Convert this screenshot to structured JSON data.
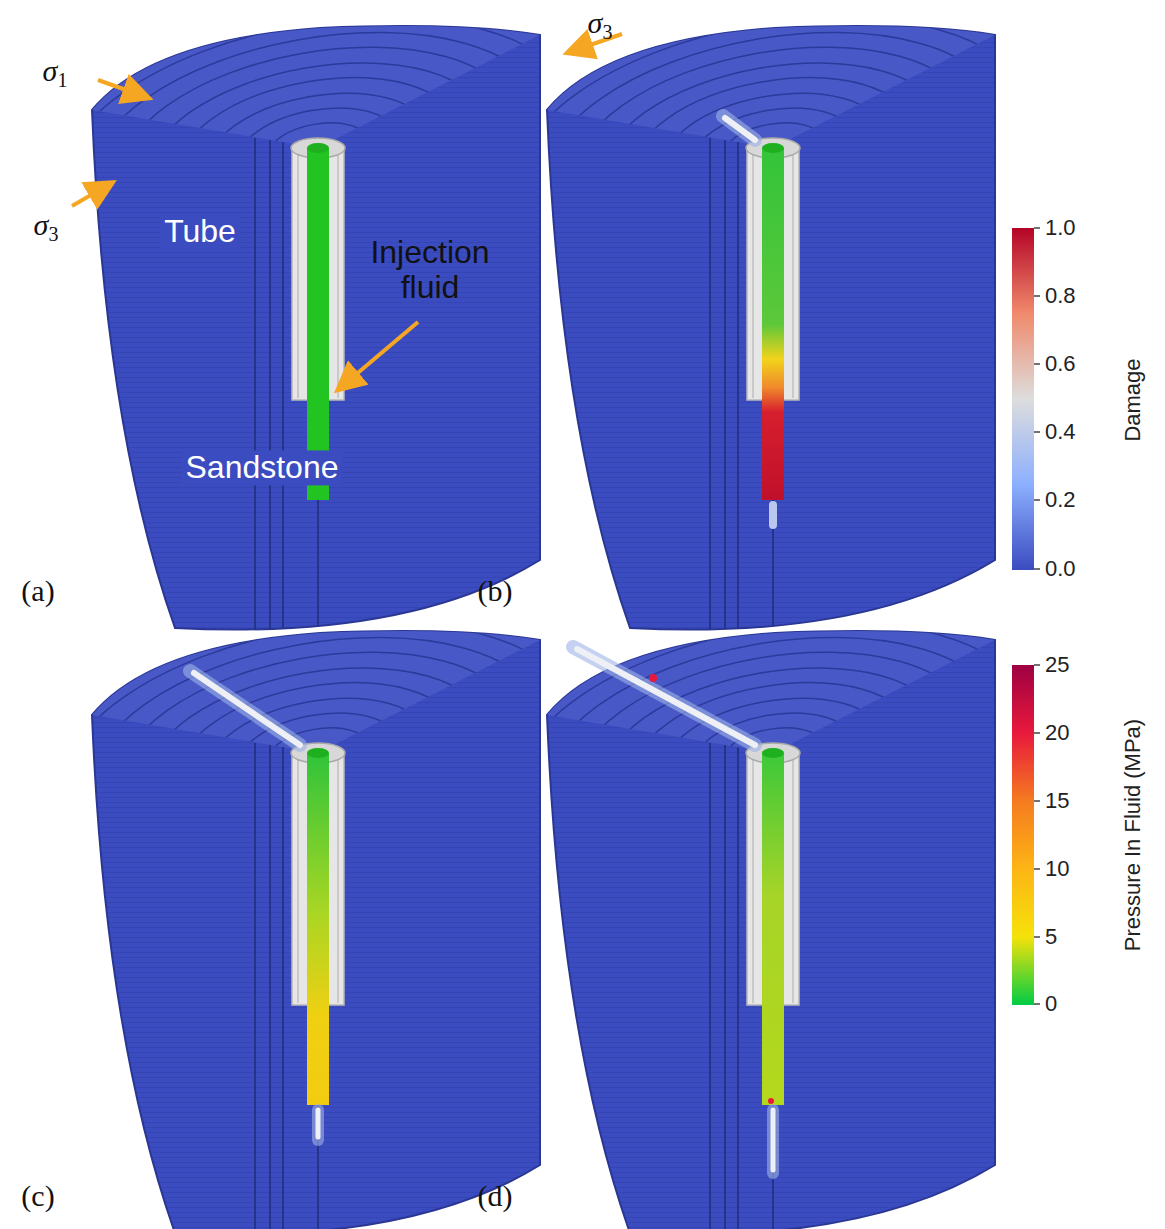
{
  "diagram": {
    "labels": [
      "σ1",
      "σ3",
      "σ3",
      "Tube",
      "Injection fluid",
      "Sandstone",
      "(a)",
      "(b)",
      "(c)",
      "(d)",
      "1.0",
      "0.8",
      "0.6",
      "0.4",
      "0.2",
      "0.0",
      "Damage",
      "25",
      "20",
      "15",
      "10",
      "5",
      "0",
      "Pressure In Fluid (MPa)"
    ]
  }
}
